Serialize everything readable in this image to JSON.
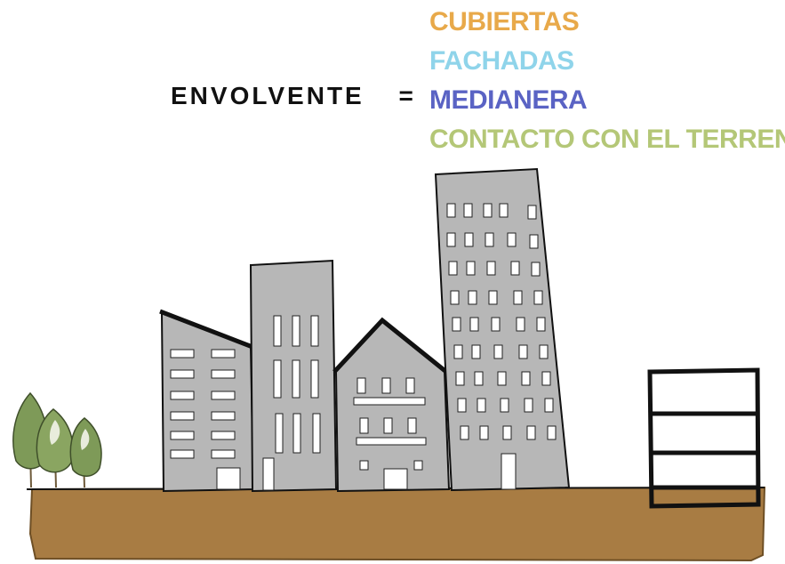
{
  "equation": {
    "left": "ENVOLVENTE",
    "operator": "="
  },
  "terms": [
    {
      "label": "CUBIERTAS",
      "color": "#e8a94a"
    },
    {
      "label": "FACHADAS",
      "color": "#8fd4ea"
    },
    {
      "label": "MEDIANERA",
      "color": "#5a63c4"
    },
    {
      "label": "CONTACTO CON EL TERRENO",
      "color": "#b4c777"
    }
  ],
  "colors": {
    "ground": "#a87c43",
    "building": "#b7b7b7",
    "outline": "#111111",
    "tree": "#7e9a58"
  }
}
